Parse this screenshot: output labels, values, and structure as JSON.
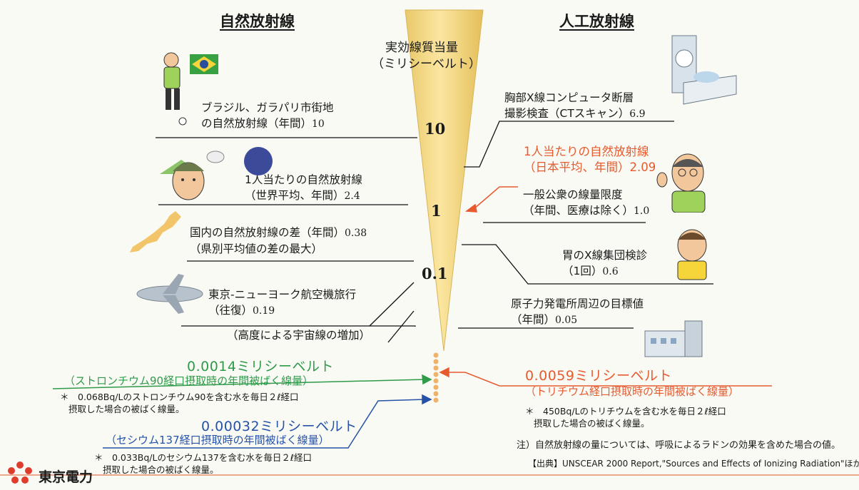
{
  "headers": {
    "natural": "自然放射線",
    "artificial": "人工放射線"
  },
  "axis": {
    "title_line1": "実効線質当量",
    "title_line2": "（ミリシーベルト）",
    "ticks": [
      "10",
      "1",
      "0.1"
    ]
  },
  "natural_items": [
    {
      "line1": "ブラジル、ガラパリ市街地",
      "line2": "の自然放射線（年間）",
      "value": "10"
    },
    {
      "line1": "1人当たりの自然放射線",
      "line2": "（世界平均、年間）",
      "value": "2.4"
    },
    {
      "line1": "国内の自然放射線の差（年間）",
      "value": "0.38",
      "line2": "（県別平均値の差の最大）"
    },
    {
      "line1": "東京-ニューヨーク航空機旅行",
      "line2": "（往復）",
      "value": "0.19"
    },
    {
      "line1": "（高度による宇宙線の増加）"
    }
  ],
  "artificial_items": [
    {
      "line1": "胸部X線コンピュータ断層",
      "line2": "撮影検査（CTスキャン）",
      "value": "6.9"
    },
    {
      "line1": "1人当たりの自然放射線",
      "line2": "（日本平均、年間）",
      "value": "2.09"
    },
    {
      "line1": "一般公衆の線量限度",
      "line2": "（年間、医療は除く）",
      "value": "1.0"
    },
    {
      "line1": "胃のX線集団検診",
      "line2": "（1回）",
      "value": "0.6"
    },
    {
      "line1": "原子力発電所周辺の目標値",
      "line2": "（年間）",
      "value": "0.05"
    }
  ],
  "bottom": {
    "strontium": {
      "amount": "0.0014ミリシーベルト",
      "desc": "（ストロンチウム90経口摂取時の年間被ばく線量）",
      "note1": "＊　0.068Bq/Lのストロンチウム90を含む水を毎日２ℓ経口",
      "note2": "摂取した場合の被ばく線量。",
      "color": "#2e9a4a"
    },
    "cesium": {
      "amount": "0.00032ミリシーベルト",
      "desc": "（セシウム137経口摂取時の年間被ばく線量）",
      "note1": "＊　0.033Bq/Lのセシウム137を含む水を毎日２ℓ経口",
      "note2": "摂取した場合の被ばく線量。",
      "color": "#2552a8"
    },
    "tritium": {
      "amount": "0.0059ミリシーベルト",
      "desc": "（トリチウム経口摂取時の年間被ばく線量）",
      "note1": "＊　450Bq/Lのトリチウムを含む水を毎日２ℓ経口",
      "note2": "摂取した場合の被ばく線量。",
      "color": "#e65a2e"
    }
  },
  "footnote": "注）自然放射線の量については、呼吸によるラドンの効果を含めた場合の値。",
  "source": "【出典】UNSCEAR 2000 Report,\"Sources and Effects of Ionizing Radiation\"ほか",
  "logo_text": "東京電力"
}
